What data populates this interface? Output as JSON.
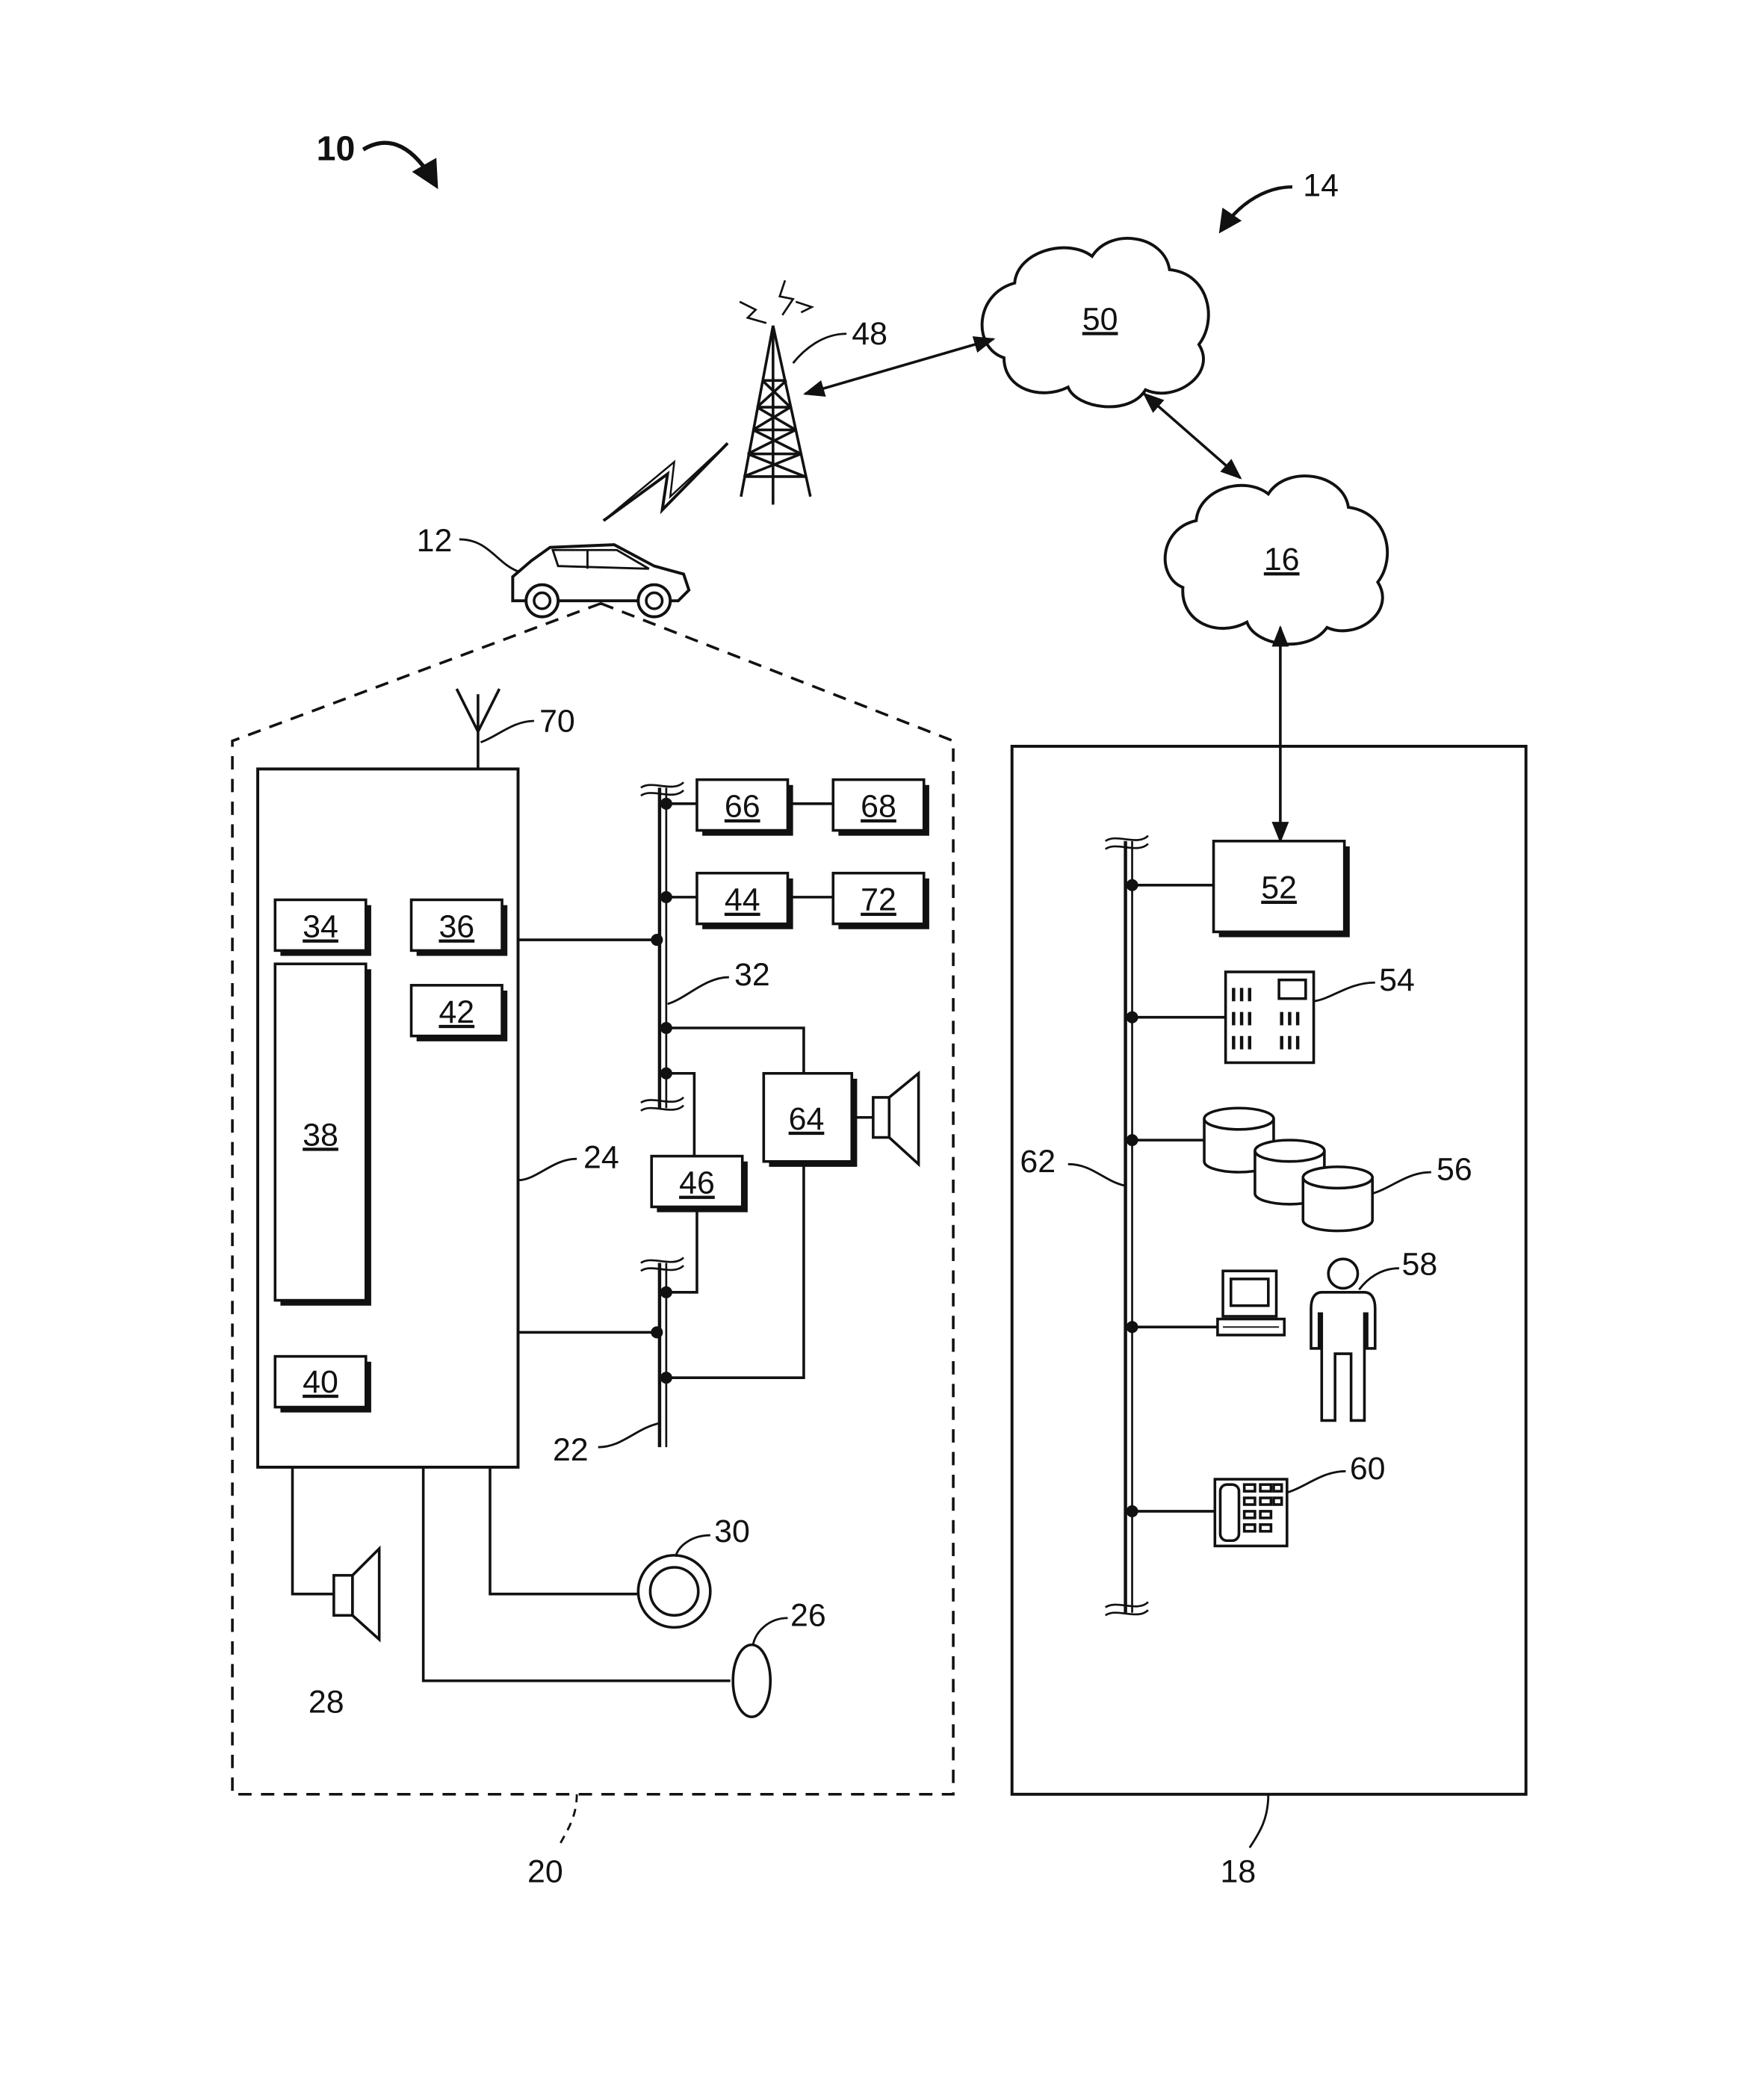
{
  "figure": {
    "refs": {
      "system": "10",
      "vehicle": "12",
      "communication_network": "14",
      "land_network": "16",
      "remote_facility": "18",
      "vehicle_electronics": "20",
      "bus_22": "22",
      "telematics_unit": "24",
      "microphone": "26",
      "speaker_28": "28",
      "pushbutton": "30",
      "bus_32": "32",
      "module_34": "34",
      "module_36": "36",
      "module_38": "38",
      "module_40": "40",
      "module_42": "42",
      "module_44": "44",
      "module_46": "46",
      "cell_tower": "48",
      "cloud_50": "50",
      "server_52": "52",
      "switch_54": "54",
      "databases": "56",
      "operator": "58",
      "phone": "60",
      "network_62": "62",
      "module_64": "64",
      "module_66": "66",
      "module_68": "68",
      "antenna": "70",
      "module_72": "72"
    }
  }
}
